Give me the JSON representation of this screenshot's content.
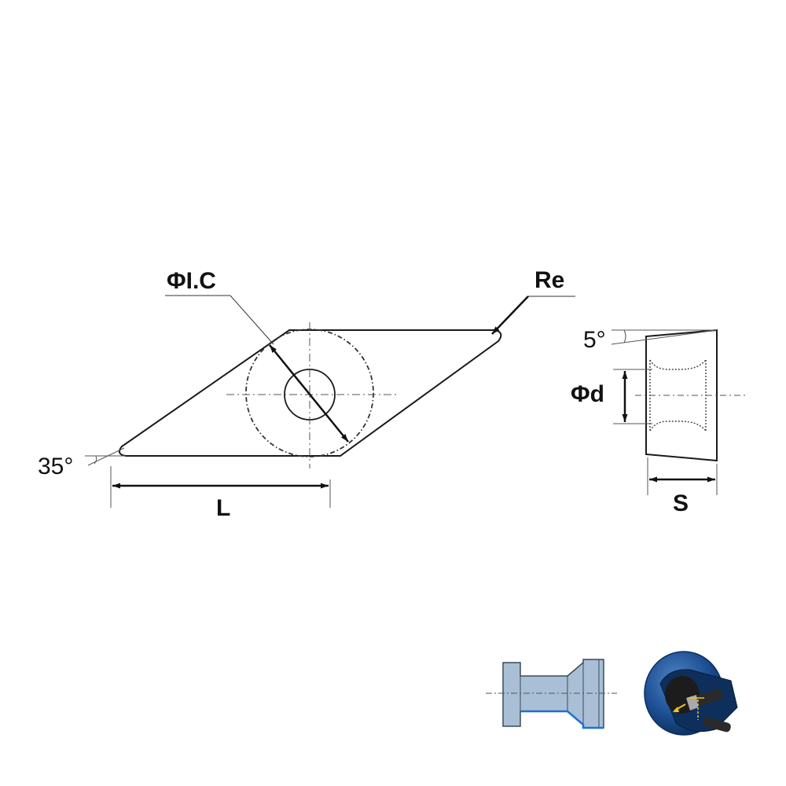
{
  "labels": {
    "ic": "ΦI.C",
    "re": "Re",
    "angle_35": "35°",
    "length": "L",
    "angle_5": "5°",
    "hole_d": "Φd",
    "thickness": "S"
  },
  "icons": {
    "hole_section": "countersunk-hole-section-icon",
    "clamp_3d": "screw-clamp-3d-icon"
  },
  "colors": {
    "line": "#1a1a1a",
    "icon_fill": "#a9bfd5",
    "icon_edge": "#1f6fd6",
    "dark_blue": "#123a6e",
    "arrow_yellow": "#f2c21a"
  }
}
